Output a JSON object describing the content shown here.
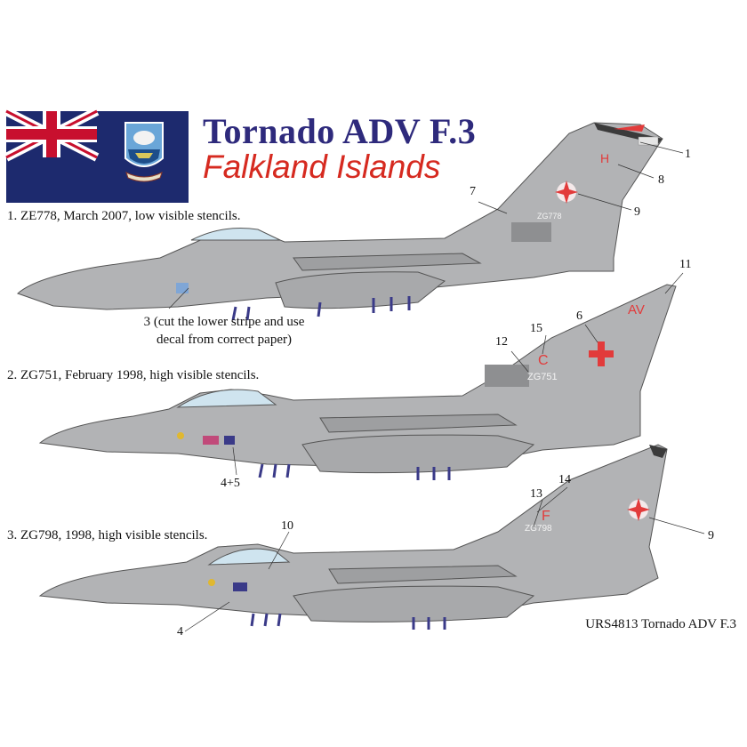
{
  "title": "Tornado ADV F.3",
  "subtitle": "Falkland Islands",
  "aircraft": [
    {
      "caption": "1. ZE778, March 2007, low visible stencils.",
      "serial": "ZG778",
      "tail_code": "H"
    },
    {
      "caption": "2. ZG751, February 1998, high visible stencils.",
      "serial": "ZG751",
      "tail_code": "C",
      "fin_code": "AV"
    },
    {
      "caption": "3. ZG798, 1998, high visible stencils.",
      "serial": "ZG798",
      "tail_code": "F"
    }
  ],
  "callouts": {
    "n1": "1",
    "n7": "7",
    "n8": "8",
    "n9a": "9",
    "n11": "11",
    "n6": "6",
    "n15": "15",
    "n12": "12",
    "n45": "4+5",
    "n14": "14",
    "n13": "13",
    "n9b": "9",
    "n10": "10",
    "n4": "4"
  },
  "note_line1": "3 (cut the lower stripe and use",
  "note_line2": "decal from correct paper)",
  "footer": "URS4813 Tornado ADV F.3",
  "colors": {
    "aircraft_grey": "#b2b3b5",
    "flag_blue": "#1d2a6e",
    "title_blue": "#2e2a7c",
    "title_red": "#d62a20",
    "marking_red": "#e23b3b"
  }
}
